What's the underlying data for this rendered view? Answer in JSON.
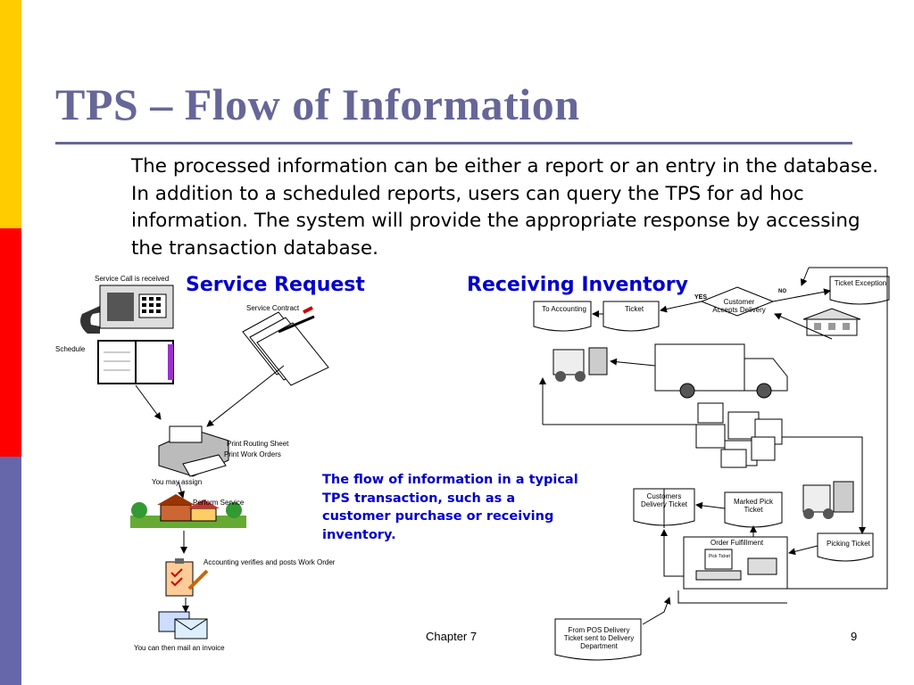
{
  "slide": {
    "title": "TPS – Flow of Information",
    "intro": "The processed information can be either a report or an entry in the database. In addition to a scheduled reports, users can query the TPS for ad hoc information. The system will provide the appropriate response by accessing the transaction database.",
    "footer_chapter": "Chapter 7",
    "page_number": "9"
  },
  "diagram": {
    "headings": {
      "service": "Service Request",
      "receiving": "Receiving Inventory"
    },
    "caption": "The flow of information in a typical TPS transaction, such as a customer purchase or receiving inventory.",
    "service_labels": {
      "service_call": "Service Call is received",
      "service_contract": "Service Contract",
      "schedule": "Schedule",
      "print_routing": "Print Routing Sheet",
      "print_work_orders": "Print Work Orders",
      "you_may_assign": "You may assign",
      "perform_service": "Perform Service",
      "accounting": "Accounting verifies and posts Work Order",
      "mail_invoice": "You can then mail an invoice"
    },
    "receiving_labels": {
      "ticket_exception": "Ticket Exception",
      "no": "NO",
      "yes": "YES",
      "customer_accepts": "Customer Accepts Delivery",
      "to_accounting": "To Accounting",
      "ticket": "Ticket",
      "customers_delivery_ticket": "Customers Delivery Ticket",
      "marked_pick_ticket": "Marked Pick Ticket",
      "order_fulfillment": "Order Fulfillment",
      "picking_ticket": "Picking Ticket",
      "from_pos": "From POS Delivery Ticket sent to Delivery Department",
      "screen_text": "Pick Ticket"
    },
    "colors": {
      "title": "#666699",
      "heading": "#0000cc",
      "stripe_top": "#ffcc00",
      "stripe_mid": "#ff0000",
      "stripe_bottom": "#6666aa"
    }
  }
}
